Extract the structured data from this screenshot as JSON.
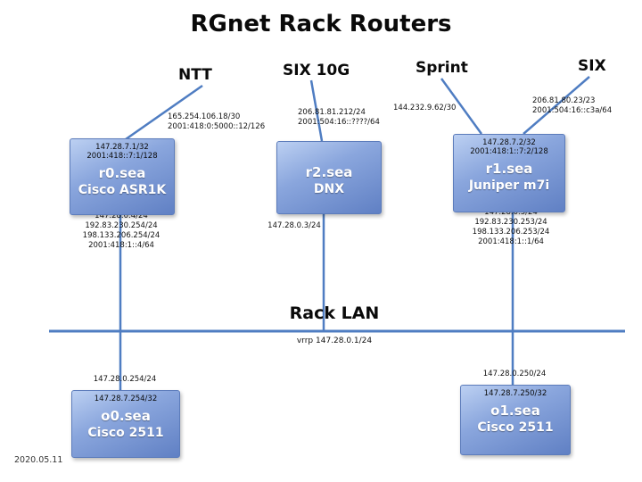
{
  "title": "RGnet Rack Routers",
  "date": "2020.05.11",
  "colors": {
    "box_top": "#bcd0f2",
    "box_bottom": "#6080c4",
    "wire": "#4f7dc2",
    "text_on_box": "#ffffff",
    "annotation": "#111111"
  },
  "uplinks": [
    {
      "name": "NTT",
      "addrs": [
        "165.254.106.18/30",
        "2001:418:0:5000::12/126"
      ]
    },
    {
      "name": "SIX 10G",
      "addrs": [
        "206.81.81.212/24",
        "2001:504:16::????/64"
      ]
    },
    {
      "name": "Sprint",
      "addrs": [
        "144.232.9.62/30"
      ]
    },
    {
      "name": "SIX",
      "addrs": [
        "206.81.80.23/23",
        "2001:504:16::c3a/64"
      ]
    }
  ],
  "routers": [
    {
      "name": "r0.sea",
      "model": "Cisco ASR1K",
      "loopbacks": [
        "147.28.7.1/32",
        "2001:418::7:1/128"
      ],
      "lan_addrs": [
        "147.28.0.4/24",
        "192.83.230.254/24",
        "198.133.206.254/24",
        "2001:418:1::4/64"
      ]
    },
    {
      "name": "r2.sea",
      "model": "DNX",
      "loopbacks": [],
      "lan_addrs": [
        "147.28.0.3/24"
      ]
    },
    {
      "name": "r1.sea",
      "model": "Juniper m7i",
      "loopbacks": [
        "147.28.7.2/32",
        "2001:418:1::7:2/128"
      ],
      "lan_addrs": [
        "147.28.0.5/24",
        "192.83.230.253/24",
        "198.133.206.253/24",
        "2001:418:1::1/64"
      ]
    }
  ],
  "lan": {
    "label": "Rack LAN",
    "vrrp": "vrrp 147.28.0.1/24"
  },
  "consoles": [
    {
      "name": "o0.sea",
      "model": "Cisco 2511",
      "lan_addr": "147.28.0.254/24",
      "loopback": "147.28.7.254/32"
    },
    {
      "name": "o1.sea",
      "model": "Cisco 2511",
      "lan_addr": "147.28.0.250/24",
      "loopback": "147.28.7.250/32"
    }
  ]
}
